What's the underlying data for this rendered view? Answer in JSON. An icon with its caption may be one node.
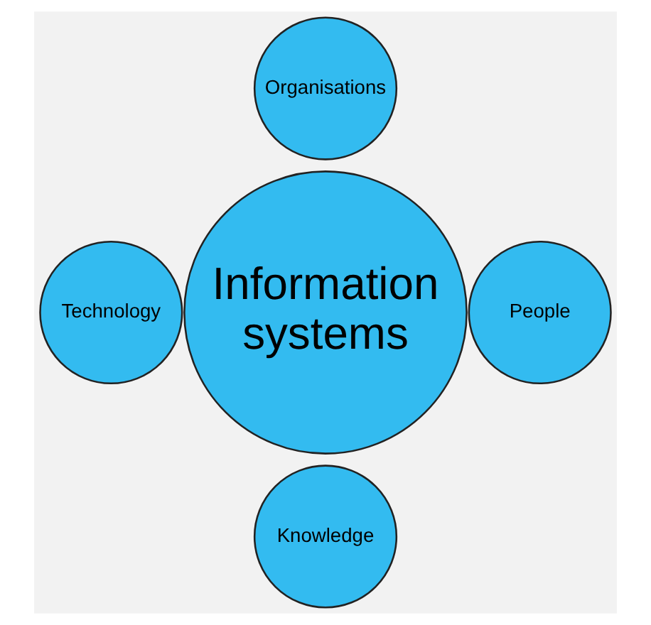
{
  "diagram": {
    "nodes": [
      {
        "text": [
          "Organisations"
        ]
      },
      {
        "text": [
          "Technology"
        ]
      },
      {
        "text": [
          "Information systems"
        ]
      },
      {
        "text": [
          "People"
        ]
      },
      {
        "text": [
          "Knowledge"
        ]
      }
    ]
  }
}
